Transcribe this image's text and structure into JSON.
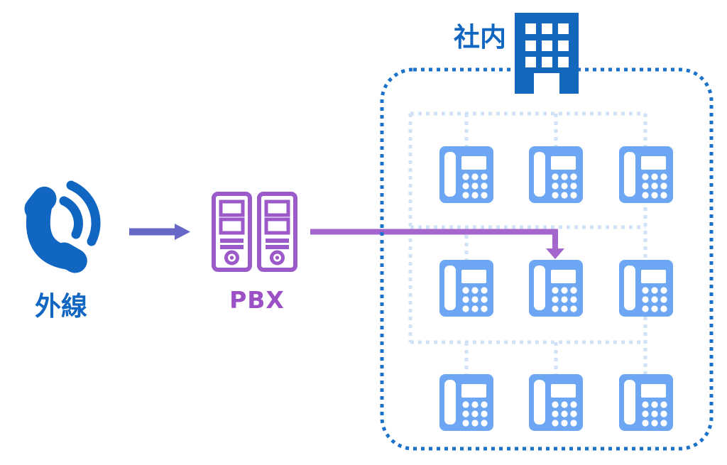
{
  "nodes": {
    "external_line": {
      "label": "外線",
      "icon": "phone-handset-icon"
    },
    "pbx": {
      "label": "PBX",
      "icon": "server-rack-icon"
    },
    "office": {
      "label": "社内",
      "icon": "office-building-icon",
      "desk_phone_rows": 3,
      "desk_phone_cols": 3,
      "desk_phone_count": 9
    }
  },
  "connections": [
    {
      "from": "external_line",
      "to": "pbx",
      "style": "solid-arrow",
      "color": "#6667c6"
    },
    {
      "from": "pbx",
      "to": "office-desk-phone-row2-col2",
      "style": "solid-arrow",
      "color": "#a465cd"
    },
    {
      "from": "office-wiring-trunk",
      "to": "all-desk-phones",
      "style": "dashed-bus",
      "color": "#cfe2f6"
    }
  ],
  "colors": {
    "primary_blue": "#1166c1",
    "building_blue": "#1368be",
    "phone_fill": "#6da6f3",
    "phone_detail": "#ffffff",
    "inner_dash": "#cfe2f6",
    "outer_dash": "#1b72c8",
    "pbx_purple": "#9c59c9",
    "route_purple": "#a465cd",
    "flow_arrow_indigo": "#6667c6"
  }
}
